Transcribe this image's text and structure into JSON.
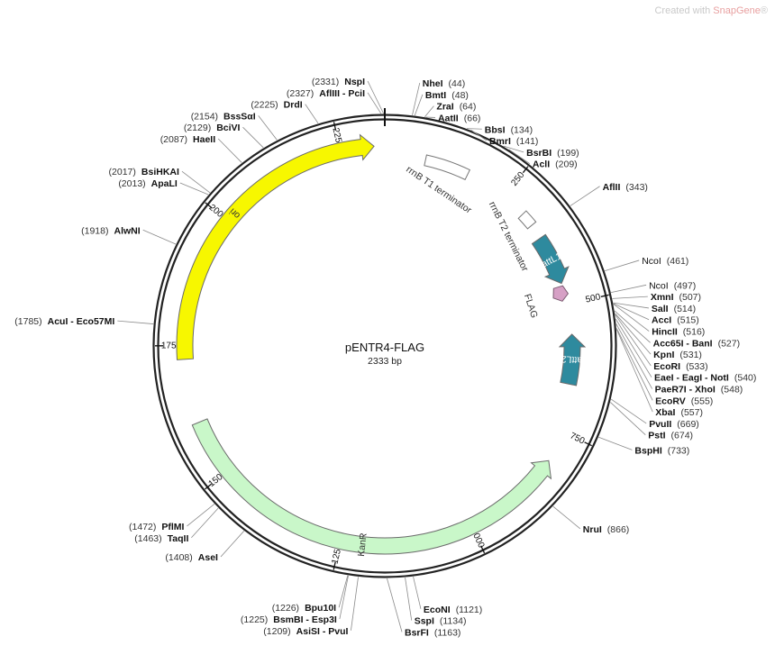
{
  "watermark": {
    "prefix": "Created with ",
    "brand": "SnapGene",
    "suffix": "®"
  },
  "plasmid": {
    "name": "pENTR4-FLAG",
    "length_label": "2333 bp",
    "length": 2333
  },
  "tick_labels": [
    {
      "label": "250",
      "pos": 250
    },
    {
      "label": "500",
      "pos": 500
    },
    {
      "label": "750",
      "pos": 750
    },
    {
      "label": "1000",
      "pos": 1000
    },
    {
      "label": "1250",
      "pos": 1250
    },
    {
      "label": "1500",
      "pos": 1500
    },
    {
      "label": "1750",
      "pos": 1750
    },
    {
      "label": "2000",
      "pos": 2000
    },
    {
      "label": "2250",
      "pos": 2250
    }
  ],
  "features": [
    {
      "name": "rrnB T1 terminator",
      "start": 80,
      "end": 167,
      "kind": "terminator",
      "color": "#ffffff"
    },
    {
      "name": "rrnB T2 terminator",
      "start": 300,
      "end": 328,
      "kind": "terminator",
      "color": "#ffffff"
    },
    {
      "name": "attL1",
      "start": 358,
      "end": 457,
      "kind": "arrow",
      "dir": 1,
      "color": "#2e8a9e"
    },
    {
      "name": "FLAG",
      "start": 463,
      "end": 487,
      "kind": "small",
      "color": "#d6a0c5"
    },
    {
      "name": "attL2",
      "start": 560,
      "end": 659,
      "kind": "arrow",
      "dir": -1,
      "color": "#2e8a9e"
    },
    {
      "name": "KanR",
      "start": 810,
      "end": 1605,
      "kind": "arrow",
      "dir": -1,
      "color": "#c9f7c9"
    },
    {
      "name": "ori",
      "start": 1725,
      "end": 2313,
      "kind": "arrow",
      "dir": 1,
      "color": "#f7f700"
    }
  ],
  "sites_right": [
    {
      "name": "NheI",
      "pos": "(44)",
      "bp": 44
    },
    {
      "name": "BmtI",
      "pos": "(48)",
      "bp": 48
    },
    {
      "name": "ZraI",
      "pos": "(64)",
      "bp": 64
    },
    {
      "name": "AatII",
      "pos": "(66)",
      "bp": 66
    },
    {
      "name": "BbsI",
      "pos": "(134)",
      "bp": 134
    },
    {
      "name": "BmrI",
      "pos": "(141)",
      "bp": 141
    },
    {
      "name": "BsrBI",
      "pos": "(199)",
      "bp": 199
    },
    {
      "name": "AclI",
      "pos": "(209)",
      "bp": 209
    },
    {
      "name": "AflII",
      "pos": "(343)",
      "bp": 343
    },
    {
      "name": "NcoI",
      "pos": "(461)",
      "bp": 461,
      "light": true
    },
    {
      "name": "NcoI",
      "pos": "(497)",
      "bp": 497,
      "light": true
    },
    {
      "name": "XmnI",
      "pos": "(507)",
      "bp": 507
    },
    {
      "name": "SalI",
      "pos": "(514)",
      "bp": 514
    },
    {
      "name": "AccI",
      "pos": "(515)",
      "bp": 515
    },
    {
      "name": "HincII",
      "pos": "(516)",
      "bp": 516
    },
    {
      "name": "Acc65I - BanI",
      "pos": "(527)",
      "bp": 527
    },
    {
      "name": "KpnI",
      "pos": "(531)",
      "bp": 531
    },
    {
      "name": "EcoRI",
      "pos": "(533)",
      "bp": 533
    },
    {
      "name": "EaeI - EagI - NotI",
      "pos": "(540)",
      "bp": 540
    },
    {
      "name": "PaeR7I - XhoI",
      "pos": "(548)",
      "bp": 548
    },
    {
      "name": "EcoRV",
      "pos": "(555)",
      "bp": 555
    },
    {
      "name": "XbaI",
      "pos": "(557)",
      "bp": 557
    },
    {
      "name": "PvuII",
      "pos": "(669)",
      "bp": 669
    },
    {
      "name": "PstI",
      "pos": "(674)",
      "bp": 674
    },
    {
      "name": "BspHI",
      "pos": "(733)",
      "bp": 733
    },
    {
      "name": "NruI",
      "pos": "(866)",
      "bp": 866
    },
    {
      "name": "EcoNI",
      "pos": "(1121)",
      "bp": 1121
    },
    {
      "name": "SspI",
      "pos": "(1134)",
      "bp": 1134
    },
    {
      "name": "BsrFI",
      "pos": "(1163)",
      "bp": 1163
    }
  ],
  "sites_left": [
    {
      "name": "NspI",
      "pos": "(2331)",
      "bp": 2331
    },
    {
      "name": "AflIII - PciI",
      "pos": "(2327)",
      "bp": 2327
    },
    {
      "name": "DrdI",
      "pos": "(2225)",
      "bp": 2225
    },
    {
      "name": "BssSαI",
      "pos": "(2154)",
      "bp": 2154
    },
    {
      "name": "BciVI",
      "pos": "(2129)",
      "bp": 2129
    },
    {
      "name": "HaeII",
      "pos": "(2087)",
      "bp": 2087
    },
    {
      "name": "BsiHKAI",
      "pos": "(2017)",
      "bp": 2017
    },
    {
      "name": "ApaLI",
      "pos": "(2013)",
      "bp": 2013
    },
    {
      "name": "AlwNI",
      "pos": "(1918)",
      "bp": 1918
    },
    {
      "name": "AcuI - Eco57MI",
      "pos": "(1785)",
      "bp": 1785
    },
    {
      "name": "PflMI",
      "pos": "(1472)",
      "bp": 1472
    },
    {
      "name": "TaqII",
      "pos": "(1463)",
      "bp": 1463
    },
    {
      "name": "AseI",
      "pos": "(1408)",
      "bp": 1408
    },
    {
      "name": "Bpu10I",
      "pos": "(1226)",
      "bp": 1226
    },
    {
      "name": "BsmBI - Esp3I",
      "pos": "(1225)",
      "bp": 1225
    },
    {
      "name": "AsiSI - PvuI",
      "pos": "(1209)",
      "bp": 1209
    }
  ]
}
